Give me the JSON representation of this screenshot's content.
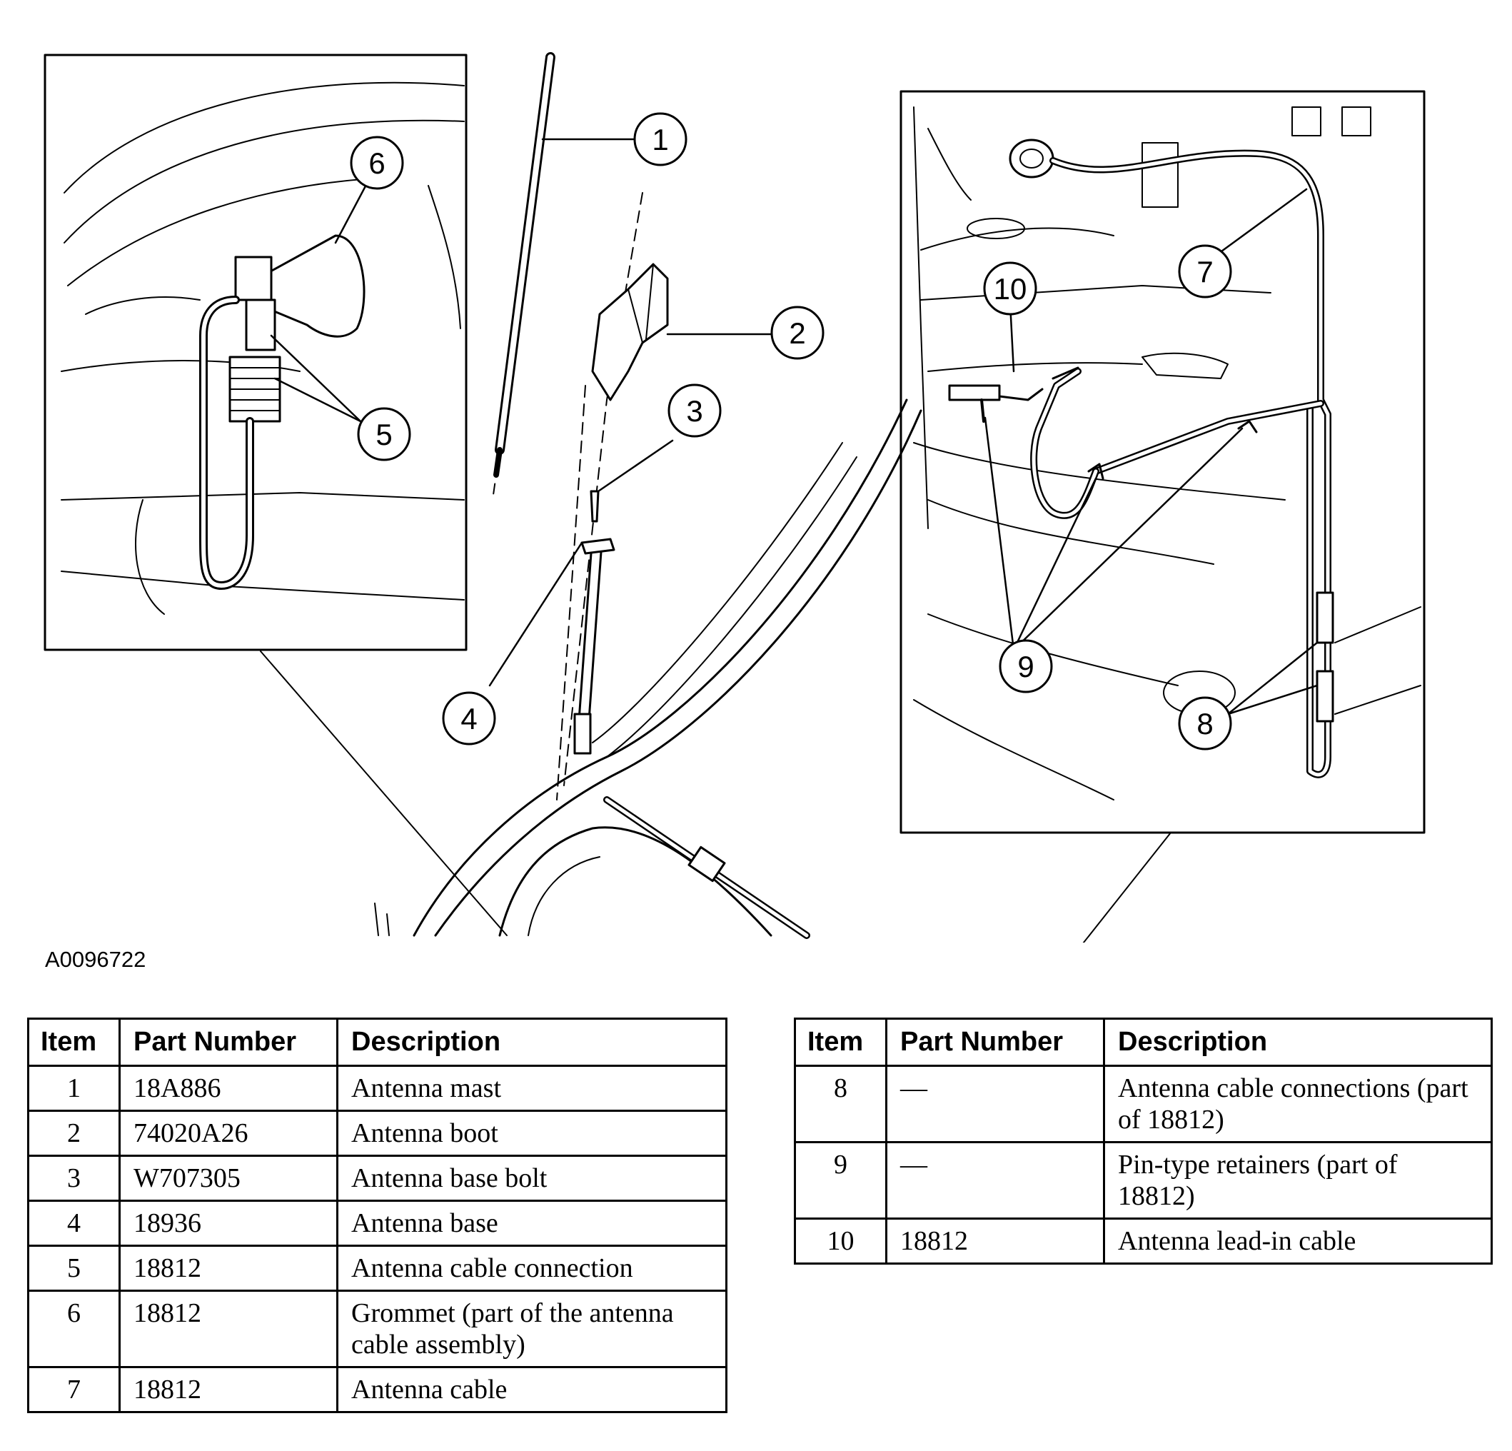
{
  "figure_id": "A0096722",
  "callouts": [
    "1",
    "2",
    "3",
    "4",
    "5",
    "6",
    "7",
    "8",
    "9",
    "10"
  ],
  "tables": [
    {
      "headers": [
        "Item",
        "Part Number",
        "Description"
      ],
      "rows": [
        {
          "item": "1",
          "part": "18A886",
          "desc": "Antenna mast"
        },
        {
          "item": "2",
          "part": "74020A26",
          "desc": "Antenna boot"
        },
        {
          "item": "3",
          "part": "W707305",
          "desc": "Antenna base bolt"
        },
        {
          "item": "4",
          "part": "18936",
          "desc": "Antenna base"
        },
        {
          "item": "5",
          "part": "18812",
          "desc": "Antenna cable connection"
        },
        {
          "item": "6",
          "part": "18812",
          "desc": "Grommet (part of the antenna cable assembly)"
        },
        {
          "item": "7",
          "part": "18812",
          "desc": "Antenna cable"
        }
      ]
    },
    {
      "headers": [
        "Item",
        "Part Number",
        "Description"
      ],
      "rows": [
        {
          "item": "8",
          "part": "—",
          "desc": "Antenna cable connections (part of 18812)"
        },
        {
          "item": "9",
          "part": "—",
          "desc": "Pin-type retainers (part of 18812)"
        },
        {
          "item": "10",
          "part": "18812",
          "desc": "Antenna lead-in cable"
        }
      ]
    }
  ]
}
